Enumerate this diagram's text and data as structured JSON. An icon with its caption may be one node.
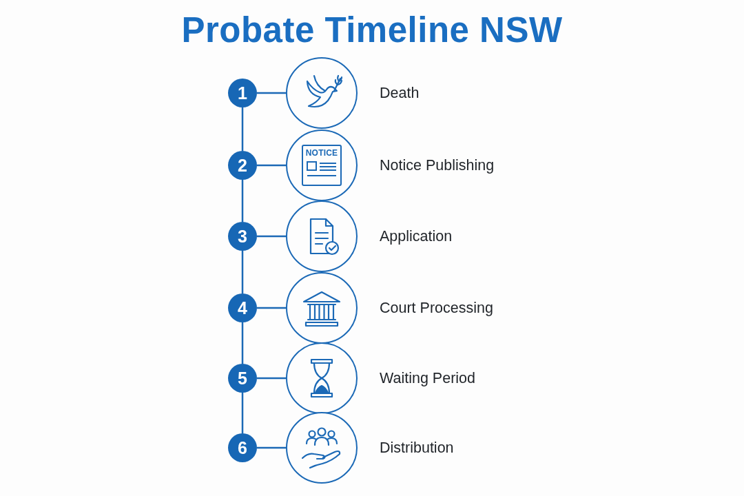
{
  "diagram": {
    "title": "Probate Timeline NSW",
    "nodes": [
      {
        "text": [
          "1"
        ]
      },
      {
        "text": [],
        "shape": "circle",
        "beside": [
          "Death"
        ]
      },
      {
        "text": [
          "2"
        ]
      },
      {
        "text": [
          "NOTICE"
        ],
        "beside": [
          "Notice Publishing"
        ]
      },
      {
        "text": [
          "3"
        ]
      },
      {
        "text": [],
        "shape": "circle",
        "beside": [
          "Application"
        ]
      },
      {
        "text": [
          "4"
        ]
      },
      {
        "text": [],
        "shape": "circle",
        "beside": [
          "Court Processing"
        ]
      },
      {
        "text": [
          "5"
        ]
      },
      {
        "text": [],
        "shape": "circle",
        "beside": [
          "Waiting Period"
        ]
      },
      {
        "text": [
          "6"
        ]
      },
      {
        "text": [],
        "shape": "circle",
        "beside": [
          "Distribution"
        ]
      }
    ],
    "edges": [
      {
        "from": 0,
        "to": 1,
        "arrow": "none"
      },
      {
        "from": 0,
        "to": 2,
        "arrow": "none"
      },
      {
        "from": 2,
        "to": 3,
        "arrow": "none"
      },
      {
        "from": 2,
        "to": 4,
        "arrow": "none"
      },
      {
        "from": 4,
        "to": 5,
        "arrow": "none"
      },
      {
        "from": 4,
        "to": 6,
        "arrow": "none"
      },
      {
        "from": 6,
        "to": 7,
        "arrow": "none"
      },
      {
        "from": 6,
        "to": 8,
        "arrow": "none"
      },
      {
        "from": 8,
        "to": 9,
        "arrow": "none"
      },
      {
        "from": 8,
        "to": 10,
        "arrow": "none"
      },
      {
        "from": 10,
        "to": 11,
        "arrow": "none"
      }
    ]
  }
}
